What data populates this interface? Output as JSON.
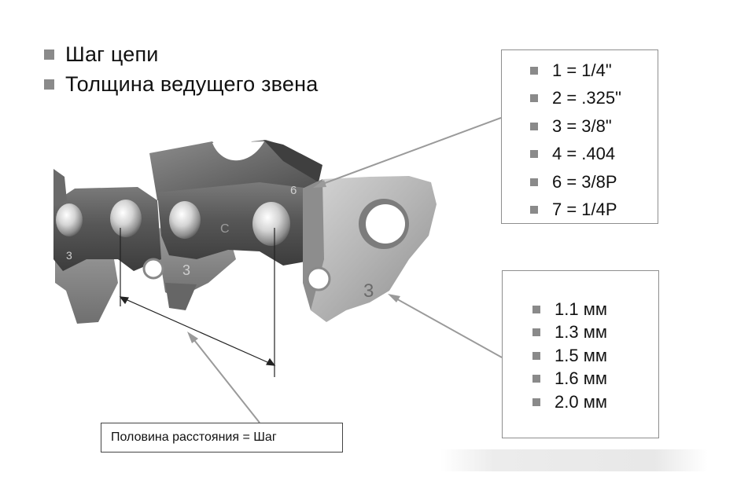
{
  "legend": {
    "items": [
      "Шаг цепи",
      "Толщина ведущего звена"
    ]
  },
  "pitch_box": {
    "items": [
      "1 = 1/4\"",
      "2 = .325\"",
      "3 = 3/8\"",
      "4 = .404",
      "6 = 3/8P",
      "7 = 1/4P"
    ]
  },
  "gauge_box": {
    "items": [
      "1.1 мм",
      "1.3 мм",
      "1.5 мм",
      "1.6 мм",
      "2.0 мм"
    ]
  },
  "caption": "Половина расстояния = Шаг",
  "chain_marks": {
    "link_left": "3",
    "link_mid": "3",
    "side_c": "C",
    "cutter_6": "6",
    "drive_3": "3"
  },
  "colors": {
    "bullet": "#8a8a8a",
    "metal_dark": "#5f5f5f",
    "metal_light": "#c9c9c9",
    "line": "#9a9a9a"
  }
}
